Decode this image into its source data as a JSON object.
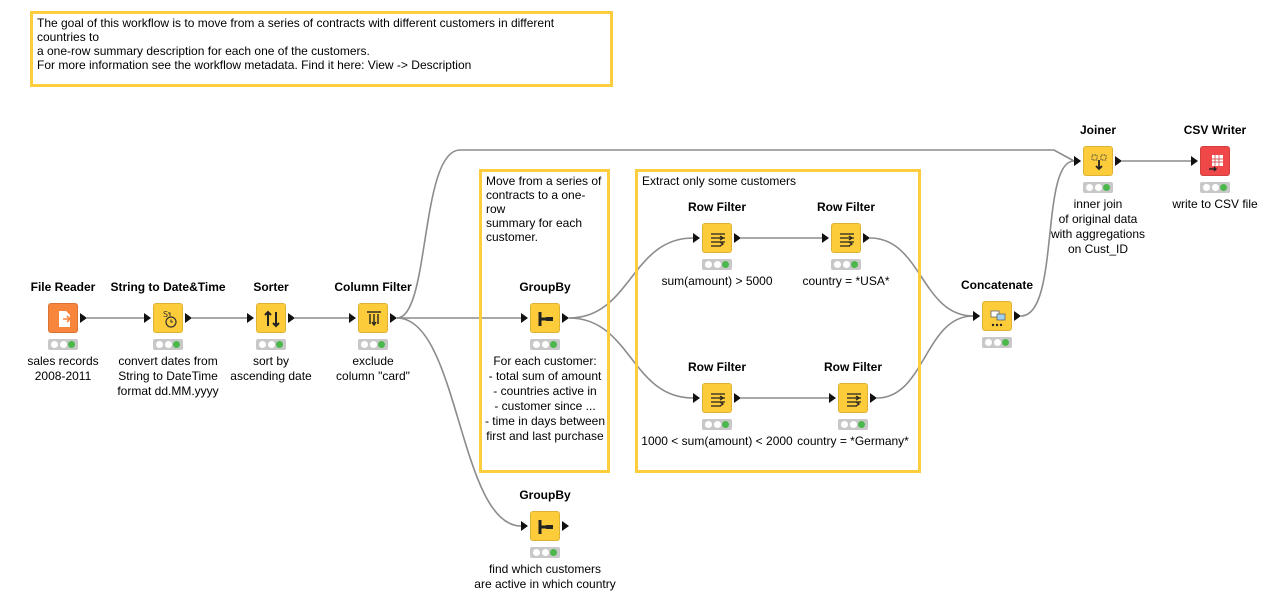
{
  "colors": {
    "node_manipulator": "#fdcc3b",
    "node_source": "#f7853c",
    "node_sink": "#f04848",
    "annotation_border": "#fcce3f",
    "edge": "#8c8c8c",
    "status_ok": "#4cb84c"
  },
  "annotations": [
    {
      "id": "header",
      "text": "The goal of this workflow is to move from a series of contracts with different customers in different countries to\na one-row summary description for each one of the customers.\nFor more information see the workflow metadata. Find it here: View -> Description"
    },
    {
      "id": "groupby-box",
      "text": "Move from a series of\ncontracts to a one-row\nsummary for each\ncustomer."
    },
    {
      "id": "filter-box",
      "text": "Extract only some customers"
    }
  ],
  "nodes": [
    {
      "id": "file-reader",
      "title": "File Reader",
      "desc": "sales records\n2008-2011",
      "icon": "file-reader-icon",
      "kind": "source"
    },
    {
      "id": "string-to-datetime",
      "title": "String to Date&Time",
      "desc": "convert dates from\nString to DateTime\nformat dd.MM.yyyy",
      "icon": "clock-icon",
      "kind": "manipulator"
    },
    {
      "id": "sorter",
      "title": "Sorter",
      "desc": "sort by\nascending date",
      "icon": "sort-arrows-icon",
      "kind": "manipulator"
    },
    {
      "id": "column-filter",
      "title": "Column Filter",
      "desc": "exclude\ncolumn \"card\"",
      "icon": "column-filter-icon",
      "kind": "manipulator"
    },
    {
      "id": "groupby-1",
      "title": "GroupBy",
      "desc": "For each customer:\n- total sum of amount\n- countries active in\n- customer since ...\n- time in days between\nfirst and last purchase",
      "icon": "groupby-icon",
      "kind": "manipulator"
    },
    {
      "id": "groupby-2",
      "title": "GroupBy",
      "desc": "find which customers\nare active in which country",
      "icon": "groupby-icon",
      "kind": "manipulator"
    },
    {
      "id": "row-filter-1",
      "title": "Row Filter",
      "desc": "sum(amount) > 5000",
      "icon": "row-filter-icon",
      "kind": "manipulator"
    },
    {
      "id": "row-filter-2",
      "title": "Row Filter",
      "desc": "country = *USA*",
      "icon": "row-filter-icon",
      "kind": "manipulator"
    },
    {
      "id": "row-filter-3",
      "title": "Row Filter",
      "desc": "1000 < sum(amount) < 2000",
      "icon": "row-filter-icon",
      "kind": "manipulator"
    },
    {
      "id": "row-filter-4",
      "title": "Row Filter",
      "desc": "country = *Germany*",
      "icon": "row-filter-icon",
      "kind": "manipulator"
    },
    {
      "id": "concatenate",
      "title": "Concatenate",
      "desc": "",
      "icon": "concatenate-icon",
      "kind": "manipulator"
    },
    {
      "id": "joiner",
      "title": "Joiner",
      "desc": "inner join\nof original data\nwith aggregations\non Cust_ID",
      "icon": "joiner-icon",
      "kind": "manipulator"
    },
    {
      "id": "csv-writer",
      "title": "CSV Writer",
      "desc": "write to CSV file",
      "icon": "csv-writer-icon",
      "kind": "sink"
    }
  ],
  "edges": [
    [
      "file-reader",
      "string-to-datetime"
    ],
    [
      "string-to-datetime",
      "sorter"
    ],
    [
      "sorter",
      "column-filter"
    ],
    [
      "column-filter",
      "groupby-1"
    ],
    [
      "column-filter",
      "groupby-2"
    ],
    [
      "column-filter",
      "joiner"
    ],
    [
      "groupby-1",
      "row-filter-1"
    ],
    [
      "groupby-1",
      "row-filter-3"
    ],
    [
      "row-filter-1",
      "row-filter-2"
    ],
    [
      "row-filter-3",
      "row-filter-4"
    ],
    [
      "row-filter-2",
      "concatenate"
    ],
    [
      "row-filter-4",
      "concatenate"
    ],
    [
      "concatenate",
      "joiner"
    ],
    [
      "joiner",
      "csv-writer"
    ]
  ]
}
